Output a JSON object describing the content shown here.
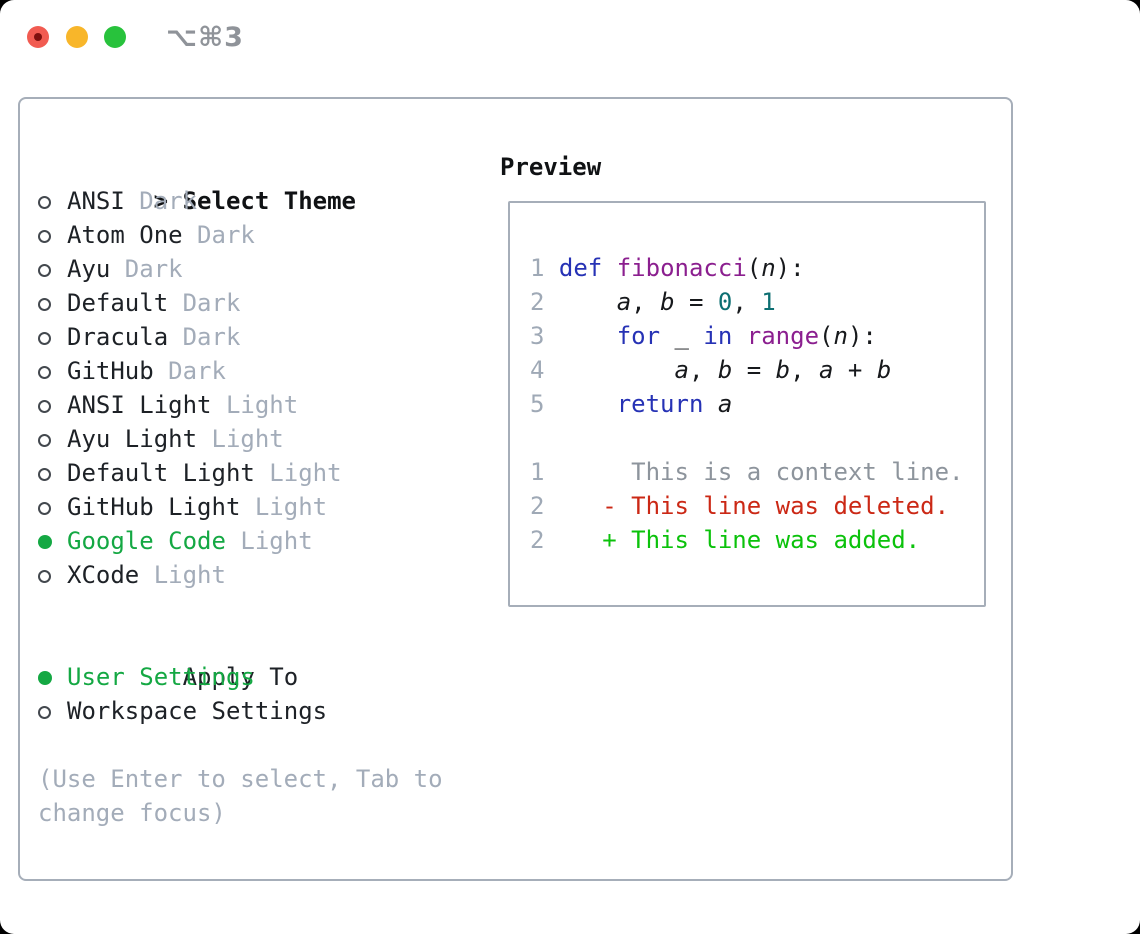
{
  "window": {
    "title": "⌥⌘3"
  },
  "colors": {
    "traffic_red": "#f15b51",
    "traffic_red_dot": "#7e100e",
    "traffic_yellow": "#f8b62a",
    "traffic_green": "#28c23c",
    "frame_border": "#a6aeb9",
    "text_dark": "#1d2126",
    "muted_gray": "#a3acb9",
    "accent_green": "#14a843",
    "plain": "#17191c",
    "keyword": "#2632b5",
    "function": "#8b1f8f",
    "number": "#0d6f72",
    "linenum": "#9fa9b6",
    "context": "#8d949c",
    "deleted": "#cb2815",
    "added": "#0bc20b"
  },
  "theme_panel": {
    "header_prompt": ">",
    "header_label": "Select Theme",
    "items": [
      {
        "name": "ANSI",
        "variant": "Dark",
        "selected": false
      },
      {
        "name": "Atom One",
        "variant": "Dark",
        "selected": false
      },
      {
        "name": "Ayu",
        "variant": "Dark",
        "selected": false
      },
      {
        "name": "Default",
        "variant": "Dark",
        "selected": false
      },
      {
        "name": "Dracula",
        "variant": "Dark",
        "selected": false
      },
      {
        "name": "GitHub",
        "variant": "Dark",
        "selected": false
      },
      {
        "name": "ANSI Light",
        "variant": "Light",
        "selected": false
      },
      {
        "name": "Ayu Light",
        "variant": "Light",
        "selected": false
      },
      {
        "name": "Default Light",
        "variant": "Light",
        "selected": false
      },
      {
        "name": "GitHub Light",
        "variant": "Light",
        "selected": false
      },
      {
        "name": "Google Code",
        "variant": "Light",
        "selected": true
      },
      {
        "name": "XCode",
        "variant": "Light",
        "selected": false
      }
    ],
    "apply_to_label": "Apply To",
    "apply_options": [
      {
        "label": "User Settings",
        "selected": true
      },
      {
        "label": "Workspace Settings",
        "selected": false
      }
    ],
    "hint_lines": [
      "(Use Enter to select, Tab to",
      "change focus)"
    ]
  },
  "preview": {
    "label": "Preview",
    "code_lines": [
      {
        "segments": [
          {
            "t": "1",
            "c": "linenum"
          },
          {
            "t": " "
          },
          {
            "t": "def",
            "c": "keyword"
          },
          {
            "t": " "
          },
          {
            "t": "fibonacci",
            "c": "function"
          },
          {
            "t": "(",
            "c": "plain"
          },
          {
            "t": "n",
            "c": "plain",
            "i": true
          },
          {
            "t": "):",
            "c": "plain"
          }
        ]
      },
      {
        "segments": [
          {
            "t": "2",
            "c": "linenum"
          },
          {
            "t": "     "
          },
          {
            "t": "a",
            "c": "plain",
            "i": true
          },
          {
            "t": ", ",
            "c": "plain"
          },
          {
            "t": "b",
            "c": "plain",
            "i": true
          },
          {
            "t": " = ",
            "c": "plain"
          },
          {
            "t": "0",
            "c": "number"
          },
          {
            "t": ", ",
            "c": "plain"
          },
          {
            "t": "1",
            "c": "number"
          }
        ]
      },
      {
        "segments": [
          {
            "t": "3",
            "c": "linenum"
          },
          {
            "t": "     "
          },
          {
            "t": "for",
            "c": "keyword"
          },
          {
            "t": " "
          },
          {
            "t": "_",
            "c": "plain",
            "i": true
          },
          {
            "t": " "
          },
          {
            "t": "in",
            "c": "keyword"
          },
          {
            "t": " "
          },
          {
            "t": "range",
            "c": "function"
          },
          {
            "t": "(",
            "c": "plain"
          },
          {
            "t": "n",
            "c": "plain",
            "i": true
          },
          {
            "t": "):",
            "c": "plain"
          }
        ]
      },
      {
        "segments": [
          {
            "t": "4",
            "c": "linenum"
          },
          {
            "t": "         "
          },
          {
            "t": "a",
            "c": "plain",
            "i": true
          },
          {
            "t": ", ",
            "c": "plain"
          },
          {
            "t": "b",
            "c": "plain",
            "i": true
          },
          {
            "t": " = ",
            "c": "plain"
          },
          {
            "t": "b",
            "c": "plain",
            "i": true
          },
          {
            "t": ", ",
            "c": "plain"
          },
          {
            "t": "a",
            "c": "plain",
            "i": true
          },
          {
            "t": " + ",
            "c": "plain"
          },
          {
            "t": "b",
            "c": "plain",
            "i": true
          }
        ]
      },
      {
        "segments": [
          {
            "t": "5",
            "c": "linenum"
          },
          {
            "t": "     "
          },
          {
            "t": "return",
            "c": "keyword"
          },
          {
            "t": " "
          },
          {
            "t": "a",
            "c": "plain",
            "i": true
          }
        ]
      },
      {
        "segments": []
      },
      {
        "segments": [
          {
            "t": "1",
            "c": "linenum"
          },
          {
            "t": "      "
          },
          {
            "t": "This is a context line.",
            "c": "context"
          }
        ]
      },
      {
        "segments": [
          {
            "t": "2",
            "c": "linenum"
          },
          {
            "t": "    "
          },
          {
            "t": "- This line was deleted.",
            "c": "deleted"
          }
        ]
      },
      {
        "segments": [
          {
            "t": "2",
            "c": "linenum"
          },
          {
            "t": "    "
          },
          {
            "t": "+ This line was added.",
            "c": "added"
          }
        ]
      }
    ]
  }
}
